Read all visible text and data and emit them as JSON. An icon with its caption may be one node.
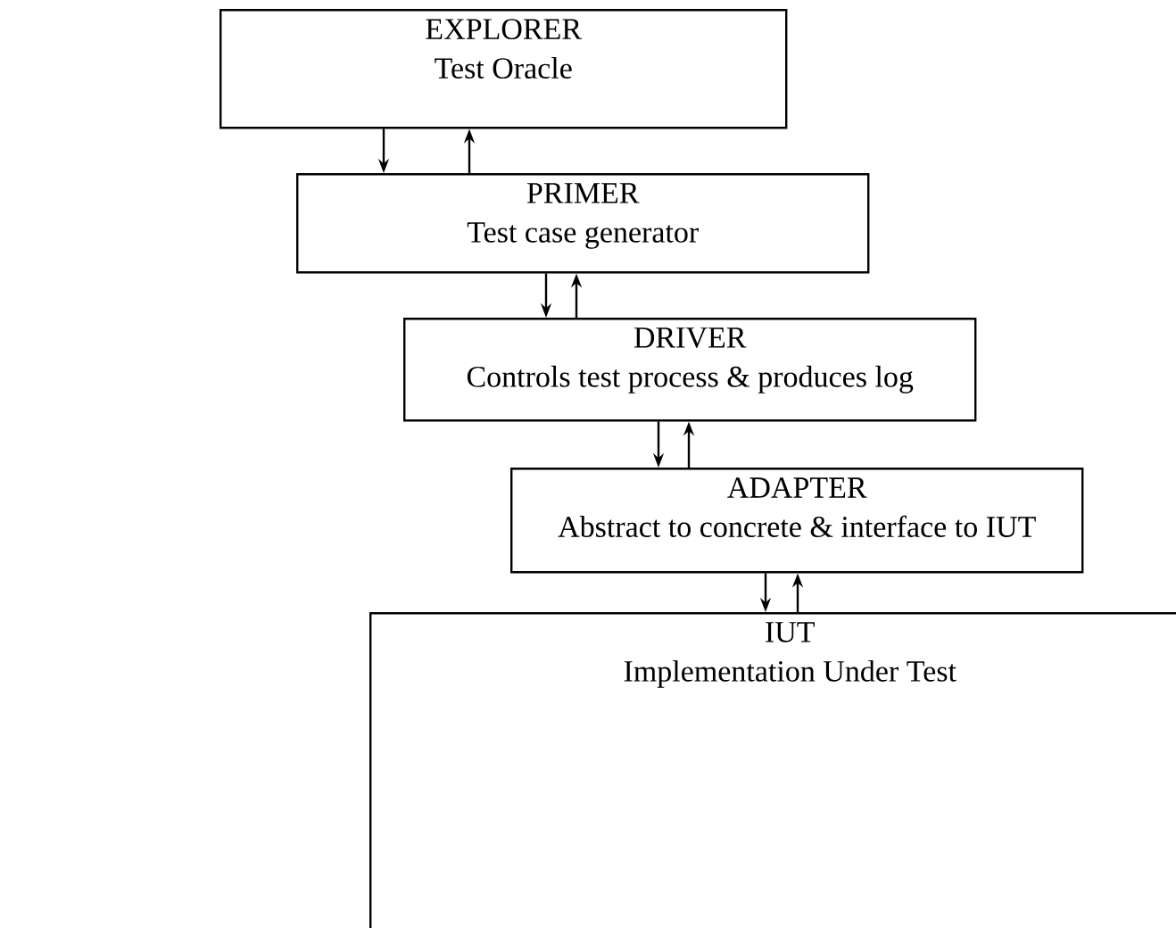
{
  "diagram": {
    "nodes": [
      {
        "text": [
          "EXPLORER",
          "Test Oracle"
        ]
      },
      {
        "text": [
          "PRIMER",
          "Test case generator"
        ]
      },
      {
        "text": [
          "DRIVER",
          "Controls test process & produces log"
        ]
      },
      {
        "text": [
          "ADAPTER",
          "Abstract to concrete & interface to IUT"
        ]
      },
      {
        "text": [
          "IUT",
          "Implementation Under Test"
        ]
      }
    ],
    "edges": [
      {
        "from": 0,
        "to": 1,
        "arrow": "to"
      },
      {
        "from": 1,
        "to": 0,
        "arrow": "to"
      },
      {
        "from": 1,
        "to": 2,
        "arrow": "to"
      },
      {
        "from": 2,
        "to": 1,
        "arrow": "to"
      },
      {
        "from": 2,
        "to": 3,
        "arrow": "to"
      },
      {
        "from": 3,
        "to": 2,
        "arrow": "to"
      },
      {
        "from": 3,
        "to": 4,
        "arrow": "to"
      },
      {
        "from": 4,
        "to": 3,
        "arrow": "to"
      }
    ]
  }
}
